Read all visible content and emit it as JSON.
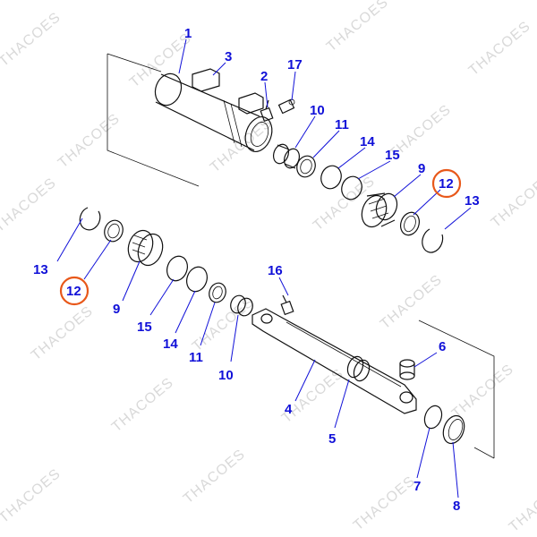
{
  "watermark": "THACOES",
  "highlight_color": "#e8581a",
  "callout_color": "#1010d8",
  "callouts": {
    "c1": "1",
    "c3": "3",
    "c2": "2",
    "c17": "17",
    "c10a": "10",
    "c11a": "11",
    "c14a": "14",
    "c15a": "15",
    "c9a": "9",
    "c12a": "12",
    "c13a": "13",
    "c13b": "13",
    "c12b": "12",
    "c9b": "9",
    "c15b": "15",
    "c14b": "14",
    "c11b": "11",
    "c10b": "10",
    "c16": "16",
    "c6": "6",
    "c4": "4",
    "c5": "5",
    "c7": "7",
    "c8": "8"
  }
}
